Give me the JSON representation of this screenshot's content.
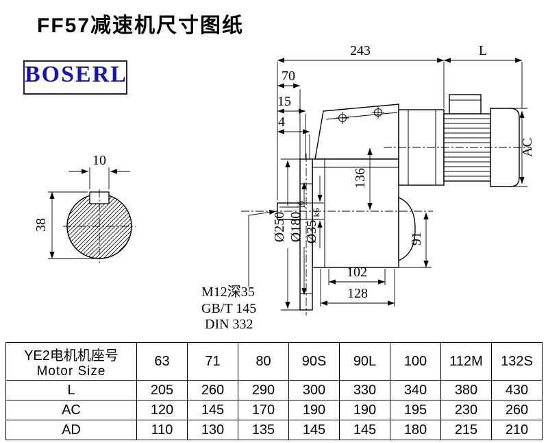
{
  "page": {
    "title": "FF57减速机尺寸图纸"
  },
  "logo": {
    "text": "BOSERL",
    "text_color": "#1515b5",
    "border_color": "#2d1659"
  },
  "drawing": {
    "dims": {
      "top_width": "243",
      "motor_length": "L",
      "shaft_len": "70",
      "dim15": "15",
      "dim4": "4",
      "key_width": "10",
      "key_height": "38",
      "flange_dia": "Ø250",
      "spigot_dia": "Ø180",
      "spigot_tol": "j6",
      "shaft_dia": "Ø35",
      "shaft_tol": "k6",
      "center_height": "136",
      "motor_dia": "AC",
      "bottom_height": "91",
      "foot_width": "102",
      "base_width": "128",
      "tap_note": "M12深35",
      "std1": "GB/T 145",
      "std2": "DIN 332"
    }
  },
  "table": {
    "header": {
      "line1": "YE2电机机座号",
      "line2": "Motor Size"
    },
    "sizes": [
      "63",
      "71",
      "80",
      "90S",
      "90L",
      "100",
      "112M",
      "132S"
    ],
    "rows": [
      {
        "label": "L",
        "values": [
          "205",
          "260",
          "290",
          "300",
          "330",
          "340",
          "380",
          "430"
        ]
      },
      {
        "label": "AC",
        "values": [
          "120",
          "145",
          "170",
          "190",
          "190",
          "195",
          "230",
          "260"
        ]
      },
      {
        "label": "AD",
        "values": [
          "110",
          "130",
          "135",
          "145",
          "145",
          "180",
          "215",
          "210"
        ]
      }
    ]
  }
}
